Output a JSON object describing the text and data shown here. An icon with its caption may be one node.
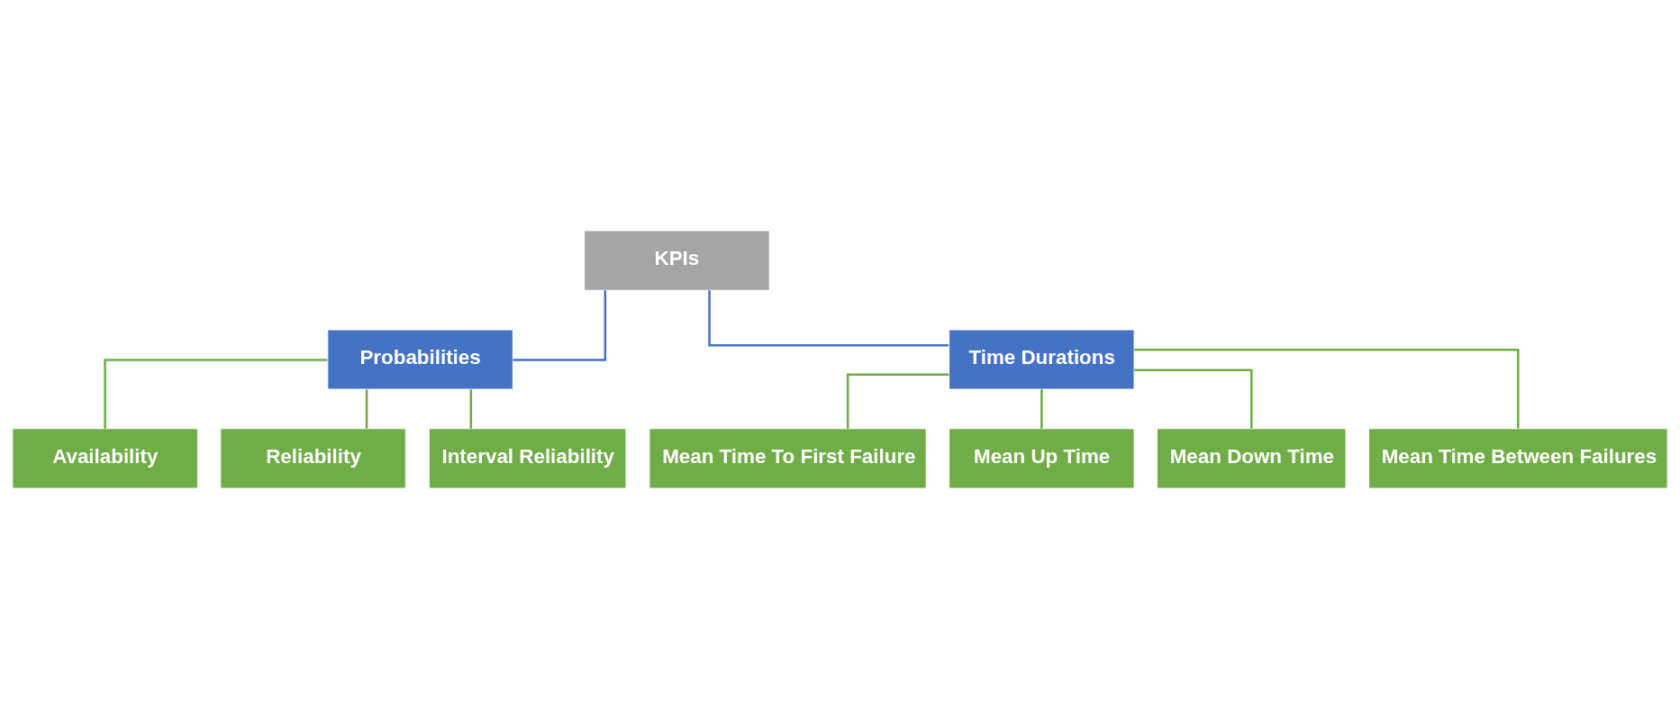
{
  "diagram": {
    "nodes": [
      {
        "text": [
          "KPIs"
        ]
      },
      {
        "text": [
          "Probabilities"
        ]
      },
      {
        "text": [
          "Time Durations"
        ]
      },
      {
        "text": [
          "Availability"
        ]
      },
      {
        "text": [
          "Reliability"
        ]
      },
      {
        "text": [
          "Interval Reliability"
        ]
      },
      {
        "text": [
          "Mean Time To First Failure"
        ]
      },
      {
        "text": [
          "Mean Up Time"
        ]
      },
      {
        "text": [
          "Mean Down Time"
        ]
      },
      {
        "text": [
          "Mean Time Between Failures"
        ]
      }
    ],
    "edges": [
      {
        "from": 0,
        "to": 1,
        "arrow": "none",
        "color": "#4472c4"
      },
      {
        "from": 0,
        "to": 2,
        "arrow": "none",
        "color": "#4472c4"
      },
      {
        "from": 1,
        "to": 3,
        "arrow": "none"
      },
      {
        "from": 1,
        "to": 4,
        "arrow": "none"
      },
      {
        "from": 1,
        "to": 5,
        "arrow": "none"
      },
      {
        "from": 2,
        "to": 6,
        "arrow": "none"
      },
      {
        "from": 2,
        "to": 7,
        "arrow": "none"
      },
      {
        "from": 2,
        "to": 8,
        "arrow": "none"
      },
      {
        "from": 2,
        "to": 9,
        "arrow": "none"
      }
    ]
  }
}
